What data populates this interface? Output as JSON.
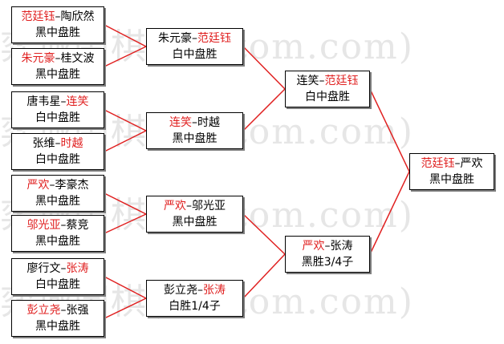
{
  "watermark": "弈城围棋(hoetom.com)",
  "colors": {
    "winner": "#e02020",
    "line": "#e02020",
    "text": "#000000"
  },
  "bracket": {
    "round1": [
      {
        "a": "范廷钰",
        "sep": "–",
        "b": "陶欣然",
        "winner": "a",
        "result": "黑中盘胜"
      },
      {
        "a": "朱元豪",
        "sep": "–",
        "b": "桂文波",
        "winner": "a",
        "result": "黑中盘胜"
      },
      {
        "a": "唐韦星",
        "sep": "–",
        "b": "连笑",
        "winner": "b",
        "result": "白中盘胜"
      },
      {
        "a": "张维",
        "sep": "–",
        "b": "时越",
        "winner": "b",
        "result": "白中盘胜"
      },
      {
        "a": "严欢",
        "sep": "–",
        "b": "李豪杰",
        "winner": "a",
        "result": "黑中盘胜"
      },
      {
        "a": "邬光亚",
        "sep": "–",
        "b": "蔡竞",
        "winner": "a",
        "result": "黑中盘胜"
      },
      {
        "a": "廖行文",
        "sep": "–",
        "b": "张涛",
        "winner": "b",
        "result": "白中盘胜"
      },
      {
        "a": "彭立尧",
        "sep": "–",
        "b": "张强",
        "winner": "a",
        "result": "黑中盘胜"
      }
    ],
    "round2": [
      {
        "a": "朱元豪",
        "sep": "–",
        "b": "范廷钰",
        "winner": "b",
        "result": "白中盘胜"
      },
      {
        "a": "连笑",
        "sep": "–",
        "b": "时越",
        "winner": "a",
        "result": "黑中盘胜"
      },
      {
        "a": "严欢",
        "sep": "–",
        "b": "邬光亚",
        "winner": "a",
        "result": "黑中盘胜"
      },
      {
        "a": "彭立尧",
        "sep": "–",
        "b": "张涛",
        "winner": "b",
        "result": "白胜1/4子"
      }
    ],
    "round3": [
      {
        "a": "连笑",
        "sep": "–",
        "b": "范廷钰",
        "winner": "b",
        "result": "白中盘胜"
      },
      {
        "a": "严欢",
        "sep": "–",
        "b": "张涛",
        "winner": "a",
        "result": "黑胜3/4子"
      }
    ],
    "final": [
      {
        "a": "范廷钰",
        "sep": "–",
        "b": "严欢",
        "winner": "a",
        "result": "黑中盘胜"
      }
    ]
  }
}
